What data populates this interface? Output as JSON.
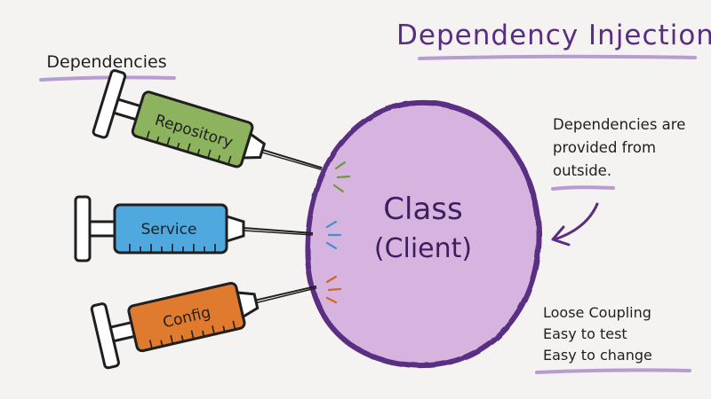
{
  "title": "Dependency Injection",
  "dependencies_label": "Dependencies",
  "syringes": [
    {
      "label": "Repository",
      "color": "#8db35f"
    },
    {
      "label": "Service",
      "color": "#4fa8de"
    },
    {
      "label": "Config",
      "color": "#e07a2e"
    }
  ],
  "class_circle": {
    "line1": "Class",
    "line2": "(Client)",
    "fill": "#d6b4df",
    "stroke": "#5a2d82"
  },
  "note": {
    "lines": [
      "Dependencies are",
      "provided from",
      "outside."
    ]
  },
  "benefits": [
    "Loose Coupling",
    "Easy to test",
    "Easy to change"
  ],
  "colors": {
    "accent": "#5a2d82",
    "accent_light": "#b79ccf",
    "ink": "#1f1f1f",
    "background": "#f4f3f1"
  }
}
